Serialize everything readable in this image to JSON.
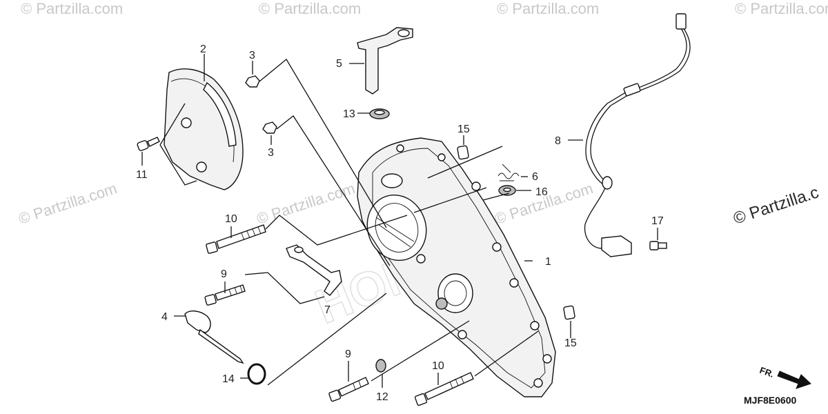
{
  "diagram": {
    "code": "MJF8E0600",
    "direction_label": "FR.",
    "watermark": "© Partzilla.com",
    "watermark_large": "© Partzilla.c",
    "callouts": {
      "c1": "1",
      "c2": "2",
      "c3a": "3",
      "c3b": "3",
      "c4": "4",
      "c5": "5",
      "c6": "6",
      "c7": "7",
      "c8": "8",
      "c9a": "9",
      "c9b": "9",
      "c10a": "10",
      "c10b": "10",
      "c11": "11",
      "c12": "12",
      "c13": "13",
      "c14": "14",
      "c15a": "15",
      "c15b": "15",
      "c16": "16",
      "c17": "17"
    }
  }
}
